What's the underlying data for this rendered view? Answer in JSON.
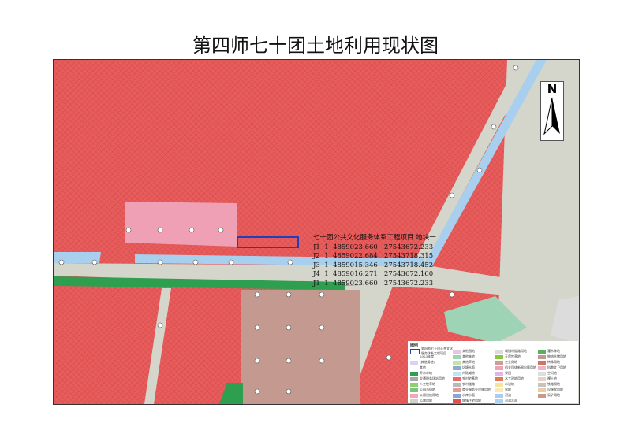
{
  "title": "第四师七十团土地利用现状图",
  "north_label": "N",
  "annotation": {
    "heading": "七十团公共文化服务体系工程项目 地块一",
    "rows": [
      "J1  1  4859023.660   27543672.233",
      "J2  1  4859022.684   27543718.315",
      "J3  1  4859015.346   27543718.452",
      "J4  1  4859016.271   27543672.160",
      "J1  1  4859023.660   27543672.233"
    ]
  },
  "legend": {
    "title": "图例",
    "items": [
      {
        "label": "第四师七十团公共文化服务体系工程项目",
        "color": "#1f3fbf"
      },
      {
        "label": "2023年度",
        "color": "#ffffff"
      },
      {
        "label": "(其他用地)",
        "color": "#d9d2f0"
      },
      {
        "label": "其他",
        "color": "#ffffff"
      },
      {
        "label": "乔木林地",
        "color": "#2e9e4f"
      },
      {
        "label": "交通服务场站用地",
        "color": "#a8a8a8"
      },
      {
        "label": "人工牧草地",
        "color": "#8ecf6e"
      },
      {
        "label": "公园与绿地",
        "color": "#7bc67e"
      },
      {
        "label": "公用设施用地",
        "color": "#f2a6b8"
      },
      {
        "label": "公路用地",
        "color": "#d0d3c8"
      },
      {
        "label": "其他园地",
        "color": "#e7c6e0"
      },
      {
        "label": "其他林地",
        "color": "#9fd3b5"
      },
      {
        "label": "其他草地",
        "color": "#c4e3a4"
      },
      {
        "label": "坑塘水面",
        "color": "#8fa9d3"
      },
      {
        "label": "内陆滩涂",
        "color": "#bfe4f2"
      },
      {
        "label": "农村宅基地",
        "color": "#e86a6a"
      },
      {
        "label": "农村道路",
        "color": "#b9b9b9"
      },
      {
        "label": "商业服务业设施用地",
        "color": "#e59a95"
      },
      {
        "label": "水库水面",
        "color": "#8aa6d6"
      },
      {
        "label": "城镇住宅用地",
        "color": "#e05050"
      },
      {
        "label": "城镇村道路用地",
        "color": "#dcdcdc"
      },
      {
        "label": "天然牧草地",
        "color": "#8cc63f"
      },
      {
        "label": "工业用地",
        "color": "#c9a096"
      },
      {
        "label": "机关团体新闻出版用地",
        "color": "#f0a0b4"
      },
      {
        "label": "果园",
        "color": "#e3b5e0"
      },
      {
        "label": "水工建筑用地",
        "color": "#e07b5a"
      },
      {
        "label": "水浇地",
        "color": "#f5e3a0"
      },
      {
        "label": "旱地",
        "color": "#f7e9b8"
      },
      {
        "label": "河流",
        "color": "#a9cdef"
      },
      {
        "label": "河流水面",
        "color": "#a9d4f5"
      },
      {
        "label": "灌木林地",
        "color": "#5aaf5f"
      },
      {
        "label": "物流仓储用地",
        "color": "#c9958e"
      },
      {
        "label": "特殊用地",
        "color": "#c8786a"
      },
      {
        "label": "科教文卫用地",
        "color": "#f2b3c6"
      },
      {
        "label": "空闲地",
        "color": "#e0dde0"
      },
      {
        "label": "裸土地",
        "color": "#e6d2c0"
      },
      {
        "label": "铁路用地",
        "color": "#c4c4c4"
      },
      {
        "label": "设施农用地",
        "color": "#eacca9"
      },
      {
        "label": "采矿用地",
        "color": "#c89a8a"
      }
    ]
  }
}
